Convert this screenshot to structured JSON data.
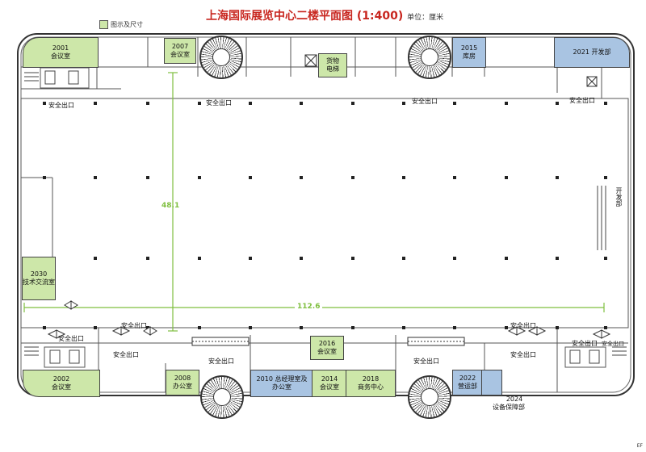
{
  "title": "上海国际展览中心二楼平面图",
  "scale": "(1:400)",
  "unit": "单位：厘米",
  "legend_label": "图示及尺寸",
  "dimensions": {
    "vertical": "48.1",
    "horizontal": "112.6"
  },
  "rooms": {
    "r2001": [
      "2001",
      "会议室"
    ],
    "r2007": [
      "2007",
      "会议室"
    ],
    "freight": [
      "货物",
      "电梯"
    ],
    "r2015": [
      "2015",
      "库房"
    ],
    "r2021": "2021 开发部",
    "r2030": [
      "2030",
      "技术交流室"
    ],
    "r2002": [
      "2002",
      "会议室"
    ],
    "r2008": [
      "2008",
      "办公室"
    ],
    "r2010": [
      "2010 总经理室及",
      "办公室"
    ],
    "r2016": [
      "2016",
      "会议室"
    ],
    "r2014": [
      "2014",
      "会议室"
    ],
    "r2018": [
      "2018",
      "商务中心"
    ],
    "r2022": [
      "2022",
      "营运部"
    ],
    "r2024": [
      "2024",
      "设备保障部"
    ]
  },
  "labels": {
    "exit_tl": "安全出口",
    "exit_top_mid1": "安全出口",
    "exit_top_mid2": "安全出口",
    "exit_tr": "安全出口",
    "exit_bl": "安全出口",
    "exit_b1": "安全出口",
    "exit_b2": "安全出口",
    "exit_b3": "安全出口",
    "exit_b4": "安全出口",
    "exit_br1": "安全出口",
    "exit_br2": "安全出口",
    "exit_br3": "安全出口",
    "exit_br4": "安全出口"
  },
  "side_label": "开发部",
  "corner_code": "EF"
}
